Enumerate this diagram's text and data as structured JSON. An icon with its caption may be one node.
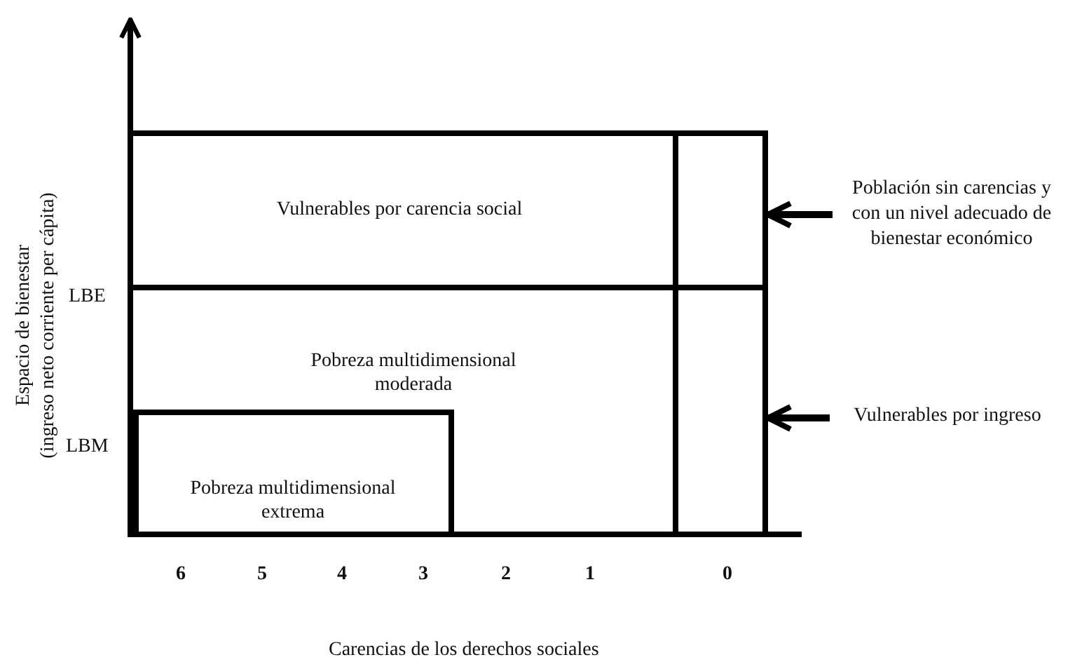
{
  "diagram": {
    "nodes": [
      {
        "text": [
          "Vulnerables por carencia social"
        ]
      },
      {
        "text": [
          "Pobreza multidimensional moderada"
        ]
      },
      {
        "text": [
          "Pobreza multidimensional extrema"
        ],
        "in": 1
      },
      {
        "text": [],
        "shape": "box"
      },
      {
        "text": [],
        "shape": "box"
      },
      {
        "text": [
          "Población sin carencias y con un nivel adecuado de bienestar económico"
        ]
      },
      {
        "text": [
          "Vulnerables por ingreso"
        ]
      }
    ],
    "edges": [
      {
        "from": 5,
        "to": 3,
        "arrow": "to"
      },
      {
        "from": 6,
        "to": 4,
        "arrow": "to"
      }
    ],
    "labels": [
      "Espacio de bienestar",
      "(ingreso neto corriente per cápita)",
      "LBE",
      "LBM",
      "6",
      "5",
      "4",
      "3",
      "2",
      "1",
      "0",
      "Carencias de los derechos sociales"
    ]
  }
}
